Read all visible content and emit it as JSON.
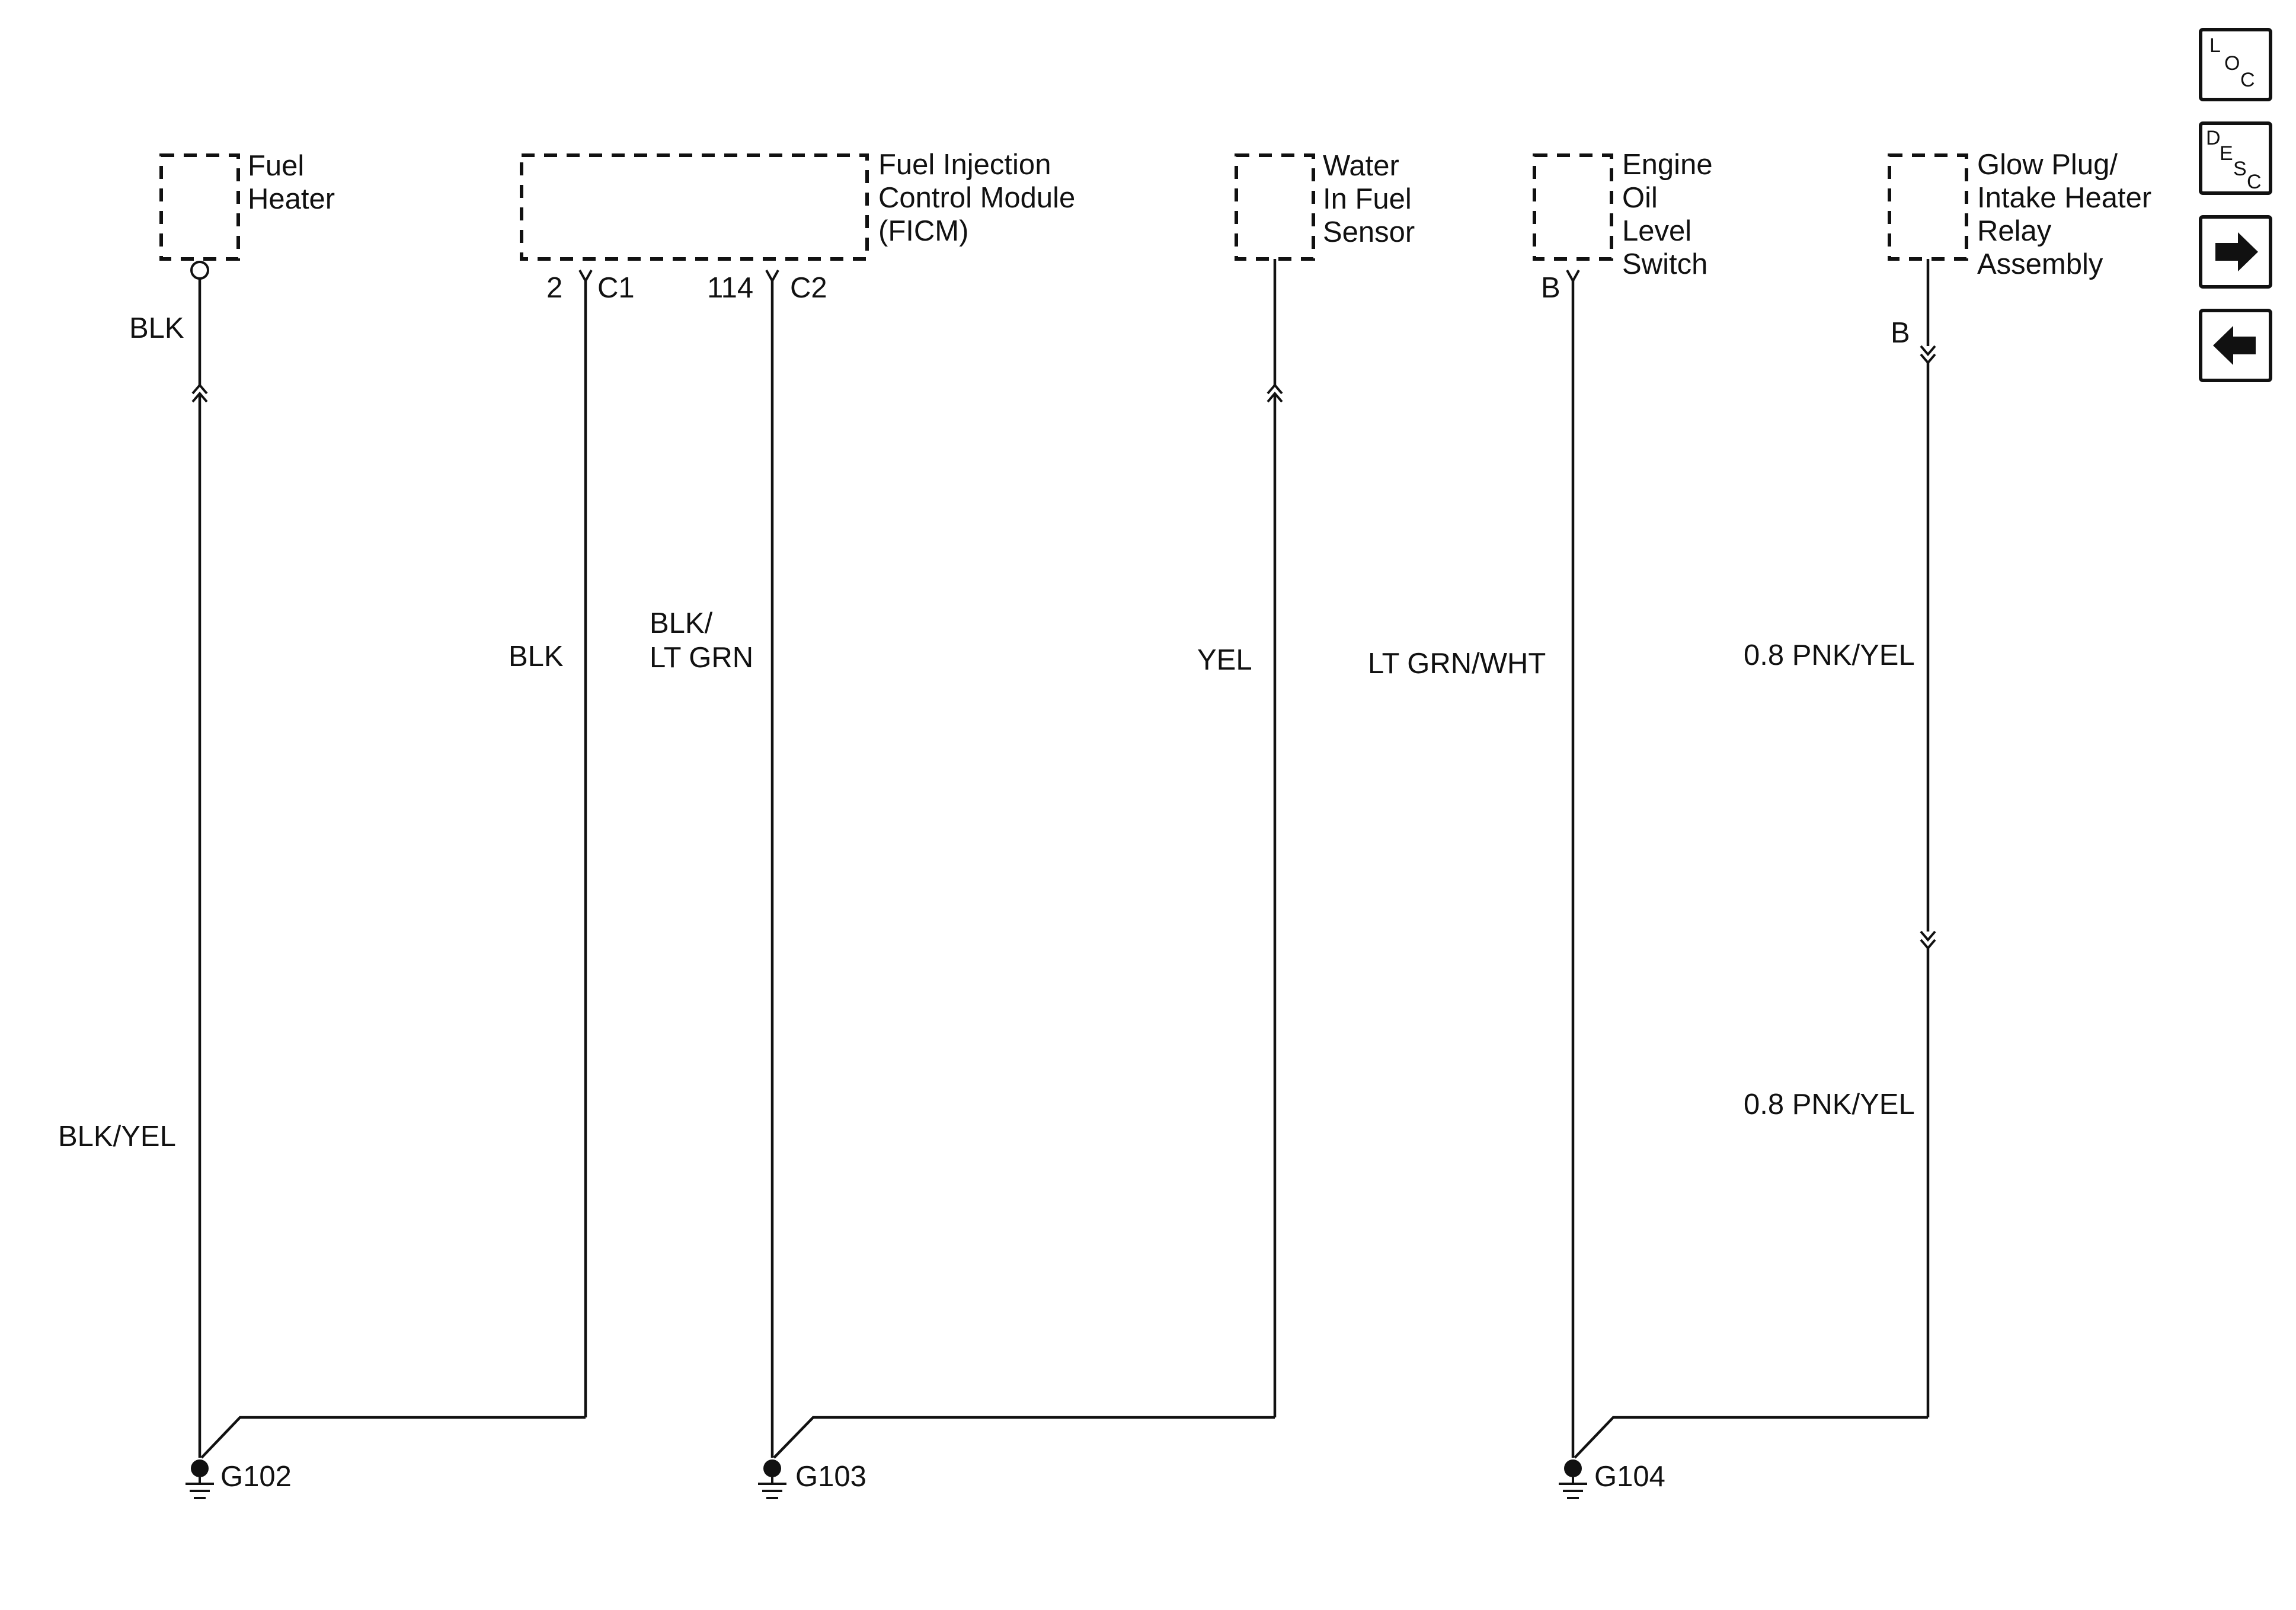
{
  "components": {
    "fuel_heater": [
      "Fuel",
      "Heater"
    ],
    "ficm": [
      "Fuel Injection",
      "Control Module",
      "(FICM)"
    ],
    "water_in_fuel": [
      "Water",
      "In Fuel",
      "Sensor"
    ],
    "oil_level_switch": [
      "Engine",
      "Oil",
      "Level",
      "Switch"
    ],
    "glow_plug_relay": [
      "Glow Plug/",
      "Intake Heater",
      "Relay",
      "Assembly"
    ]
  },
  "pins": {
    "ficm_c1_pin": "2",
    "ficm_c1_conn": "C1",
    "ficm_c2_pin": "114",
    "ficm_c2_conn": "C2",
    "oil_switch_pin": "B",
    "glow_relay_pin": "B"
  },
  "wires": {
    "fuel_heater_upper": "BLK",
    "fuel_heater_lower": "BLK/YEL",
    "ficm_c1": "BLK",
    "ficm_c2": [
      "BLK/",
      "LT GRN"
    ],
    "water_in_fuel": "YEL",
    "oil_level": "LT GRN/WHT",
    "glow_upper": "0.8 PNK/YEL",
    "glow_lower": "0.8 PNK/YEL"
  },
  "grounds": {
    "g102": "G102",
    "g103": "G103",
    "g104": "G104"
  },
  "nav": {
    "loc": [
      "L",
      "O",
      "C"
    ],
    "desc": [
      "D",
      "E",
      "S",
      "C"
    ],
    "next_icon": "arrow-right-icon",
    "prev_icon": "arrow-left-icon"
  },
  "colors": {
    "line": "#111111",
    "background": "#ffffff"
  }
}
